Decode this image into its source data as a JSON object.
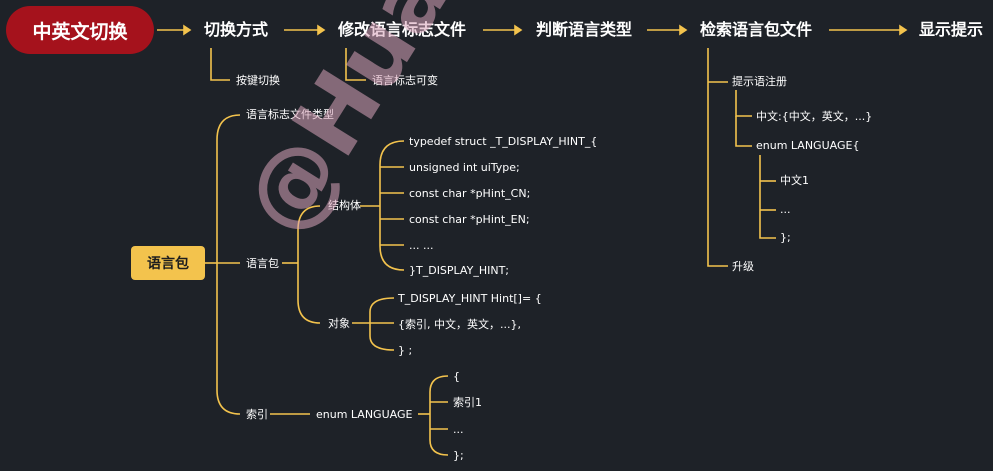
{
  "root": "中英文切换",
  "steps": [
    "切换方式",
    "修改语言标志文件",
    "判断语言类型",
    "检索语言包文件",
    "显示提示"
  ],
  "sub": {
    "switch_method": "按键切换",
    "modify_flag": "语言标志可变"
  },
  "retrieve": {
    "register": "提示语注册",
    "cn_line": "中文:{中文，英文，...}",
    "enum": "enum LANGUAGE{",
    "enum_items": [
      "中文1",
      "...",
      "};"
    ],
    "upgrade": "升级"
  },
  "lang_pack": {
    "title": "语言包",
    "flag_type": "语言标志文件类型",
    "pack": "语言包",
    "struct": "结构体",
    "struct_lines": [
      "typedef struct _T_DISPLAY_HINT_{",
      "unsigned int uiType;",
      "const char *pHint_CN;",
      "const char *pHint_EN;",
      "... ...",
      "}T_DISPLAY_HINT;"
    ],
    "object": "对象",
    "object_lines": [
      "T_DISPLAY_HINT Hint[]= {",
      "{索引, 中文，英文，...},",
      "} ;"
    ],
    "index": "索引",
    "index_enum": "enum LANGUAGE",
    "index_lines": [
      "{",
      "索引1",
      "...",
      "};"
    ]
  },
  "watermark": "@Huangdor",
  "colors": {
    "background": "#1e2228",
    "root": "#a5121c",
    "line": "#f3c34d",
    "pill": "#f3c34d"
  }
}
